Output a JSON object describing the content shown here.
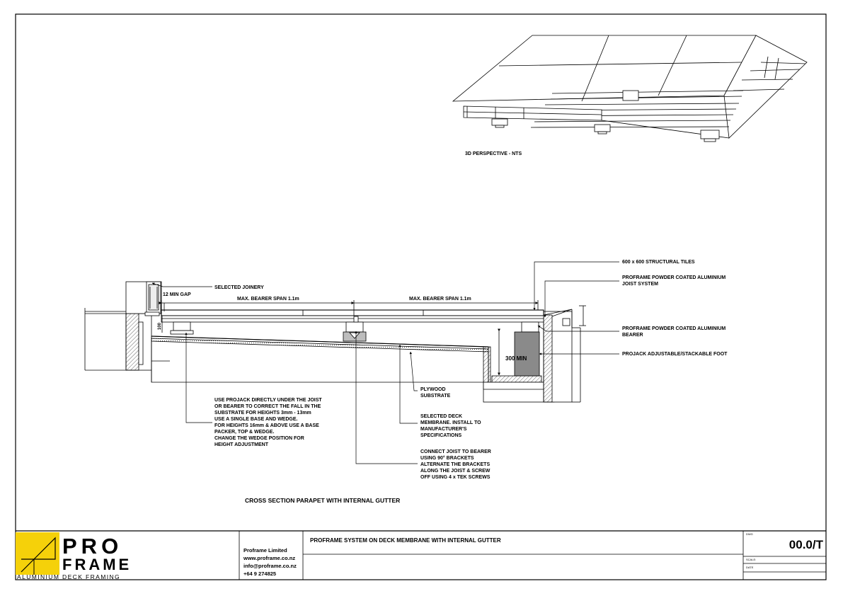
{
  "perspective": {
    "caption": "3D PERSPECTIVE - NTS"
  },
  "section": {
    "title": "CROSS SECTION PARAPET WITH INTERNAL GUTTER",
    "dims": {
      "gap": "12 MIN GAP",
      "span_left": "MAX. BEARER SPAN 1.1m",
      "span_right": "MAX. BEARER SPAN 1.1m",
      "min_height": "300 MIN",
      "small_vertical": "100"
    },
    "labels": {
      "joinery": "SELECTED JOINERY",
      "tiles": "600 x 600 STRUCTURAL TILES",
      "joist": [
        "PROFRAME POWDER COATED ALUMINIUM",
        "JOIST SYSTEM"
      ],
      "bearer": [
        "PROFRAME POWDER COATED ALUMINIUM",
        "BEARER"
      ],
      "projack": "PROJACK ADJUSTABLE/STACKABLE FOOT",
      "plywood": [
        "PLYWOOD",
        "SUBSTRATE"
      ],
      "membrane": [
        "SELECTED DECK",
        "MEMBRANE. INSTALL TO",
        "MANUFACTURER'S",
        "SPECIFICATIONS"
      ],
      "connect": [
        "CONNECT JOIST TO BEARER",
        "USING 90° BRACKETS",
        "ALTERNATE THE BRACKETS",
        "ALONG THE JOIST & SCREW",
        "OFF USING 4 x TEK SCREWS"
      ],
      "projack_use": [
        "USE PROJACK DIRECTLY UNDER THE JOIST",
        "OR BEARER TO CORRECT THE FALL IN THE",
        "SUBSTRATE FOR HEIGHTS 3mm - 13mm",
        "USE A SINGLE BASE AND WEDGE.",
        "FOR HEIGHTS 16mm & ABOVE USE A BASE",
        "PACKER, TOP & WEDGE.",
        "CHANGE THE WEDGE POSITION FOR",
        "HEIGHT ADJUSTMENT"
      ]
    }
  },
  "title_block": {
    "logo_top": "PRO",
    "logo_bottom": "FRAME",
    "logo_tagline": "ALUMINIUM DECK FRAMING",
    "company": "Proframe Limited",
    "website": "www.proframe.co.nz",
    "email": "info@proframe.co.nz",
    "phone": "+64 9 274825",
    "drawing_title": "PROFRAME SYSTEM ON DECK MEMBRANE WITH INTERNAL GUTTER",
    "drawing_number": "00.0/T",
    "field_num": "DWG",
    "field_scale": "SCALE:",
    "field_date": "DATE"
  },
  "colors": {
    "line": "#000000",
    "logo_yellow": "#F5D10A",
    "jack_grey": "#8a8a8a",
    "fill_grey": "#d8d8d8"
  }
}
